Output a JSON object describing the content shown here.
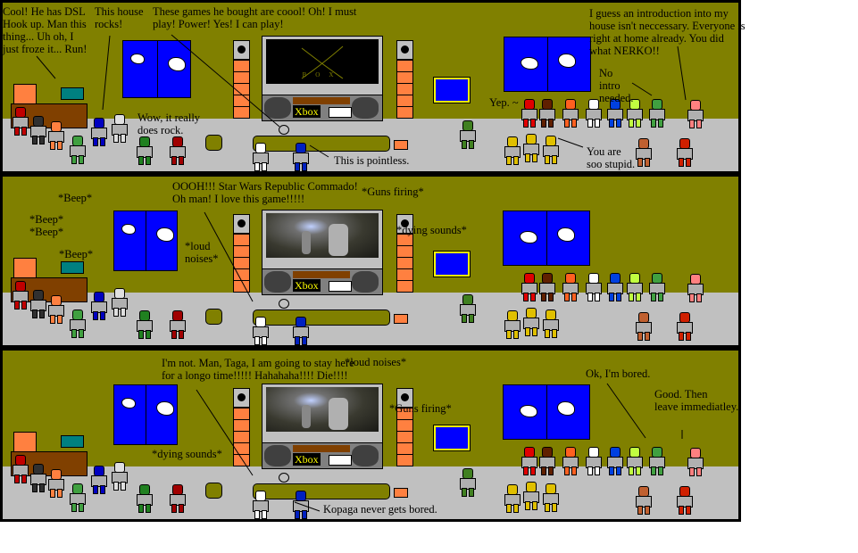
{
  "colors": {
    "wall": "#808000",
    "floor": "#c0c0c0",
    "window": "#0000ff",
    "speaker": "#ff8040",
    "xbox_label": "#ffff00"
  },
  "tv_logo": "BOX",
  "panels": [
    {
      "xbox_label": "Xbox",
      "tv_screen": "xbox-logo",
      "captions": [
        {
          "lines": [
            "Cool! He has DSL",
            "Hook up. Man this",
            "thing... Uh oh, I",
            "just froze it... Run!"
          ]
        },
        {
          "lines": [
            "This house",
            "rocks!"
          ]
        },
        {
          "lines": [
            "These games he bought are coool! Oh! I must",
            "play! Power! Yes! I can play!"
          ]
        },
        {
          "lines": [
            "I guess an introduction into my",
            "house isn't neccessary. Everyone is",
            "right at home already. You did",
            "what NERKO!!"
          ]
        },
        {
          "lines": [
            "No",
            "intro",
            "needed."
          ]
        },
        {
          "lines": [
            "Yep. ~"
          ]
        },
        {
          "lines": [
            "Wow, it really",
            "does rock."
          ]
        },
        {
          "lines": [
            "This is pointless."
          ]
        },
        {
          "lines": [
            "You are",
            "soo stupid."
          ]
        }
      ]
    },
    {
      "xbox_label": "Xbox",
      "tv_screen": "game-screenshot",
      "captions": [
        {
          "lines": [
            "*Beep*"
          ]
        },
        {
          "lines": [
            "*Beep*",
            "*Beep*"
          ]
        },
        {
          "lines": [
            "*Beep*"
          ]
        },
        {
          "lines": [
            "OOOH!!! Star Wars Republic Commado!",
            "Oh man! I love this game!!!!!"
          ]
        },
        {
          "lines": [
            "*loud",
            "noises*"
          ]
        },
        {
          "lines": [
            "*Guns firing*"
          ]
        },
        {
          "lines": [
            "*dying sounds*"
          ]
        }
      ]
    },
    {
      "xbox_label": "Xbox",
      "tv_screen": "game-screenshot",
      "captions": [
        {
          "lines": [
            "I'm not. Man, Taga, I am going to stay here",
            "for a longo time!!!!! Hahahaha!!!! Die!!!!"
          ]
        },
        {
          "lines": [
            "*loud noises*"
          ]
        },
        {
          "lines": [
            "*dying sounds*"
          ]
        },
        {
          "lines": [
            "*Guns firing*"
          ]
        },
        {
          "lines": [
            "Kopaga never gets bored."
          ]
        },
        {
          "lines": [
            "Ok, I'm bored."
          ]
        },
        {
          "lines": [
            "Good. Then",
            "leave immediatley."
          ]
        }
      ]
    }
  ]
}
